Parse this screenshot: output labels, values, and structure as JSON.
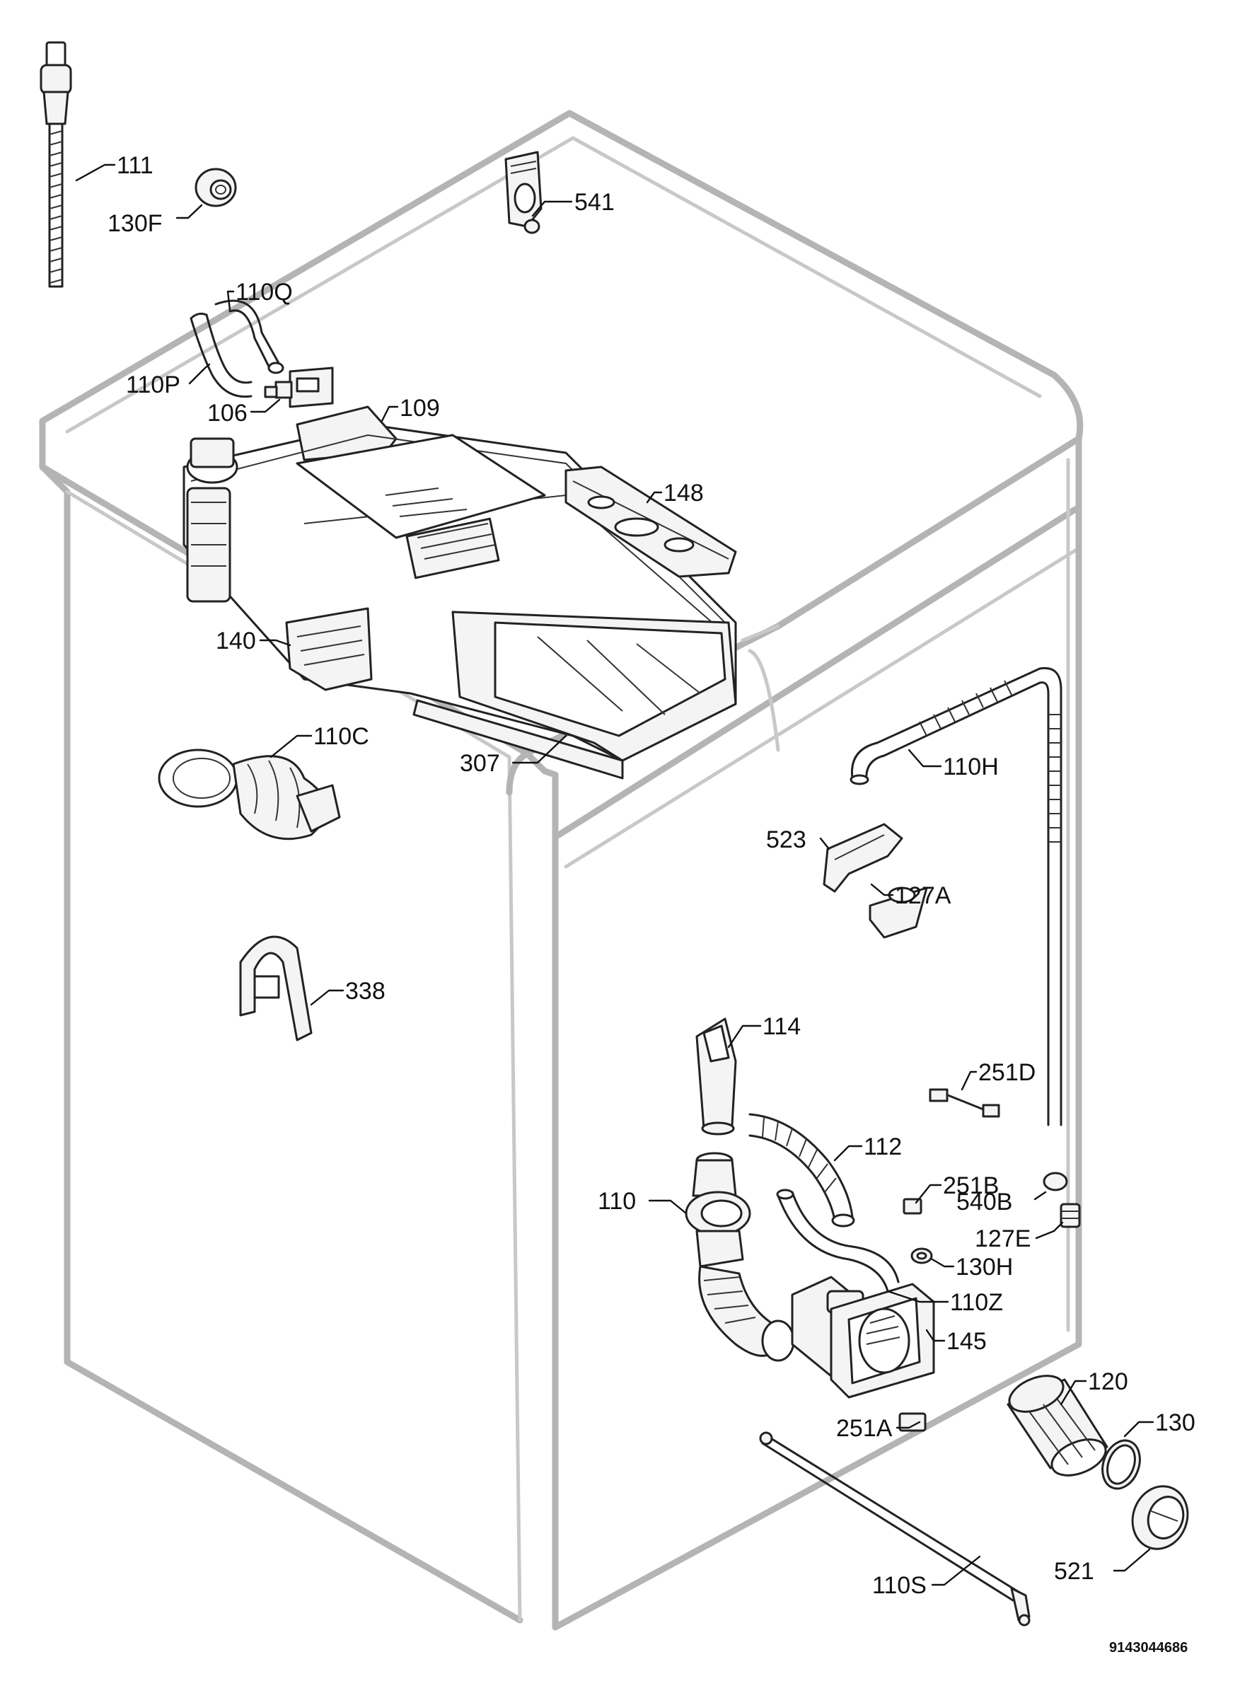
{
  "labels": {
    "l111": "111",
    "l130F": "130F",
    "l541": "541",
    "l110Q": "110Q",
    "l110P": "110P",
    "l106": "106",
    "l109": "109",
    "l148": "148",
    "l140": "140",
    "l110C": "110C",
    "l307": "307",
    "l110H": "110H",
    "l523": "523",
    "l127A": "127A",
    "l338": "338",
    "l114": "114",
    "l251D": "251D",
    "l112": "112",
    "l251B": "251B",
    "l110": "110",
    "l540B": "540B",
    "l127E": "127E",
    "l130H": "130H",
    "l110Z": "110Z",
    "l145": "145",
    "l120": "120",
    "l251A": "251A",
    "l130": "130",
    "l521": "521",
    "l110S": "110S"
  },
  "drawing_code": "9143044686"
}
